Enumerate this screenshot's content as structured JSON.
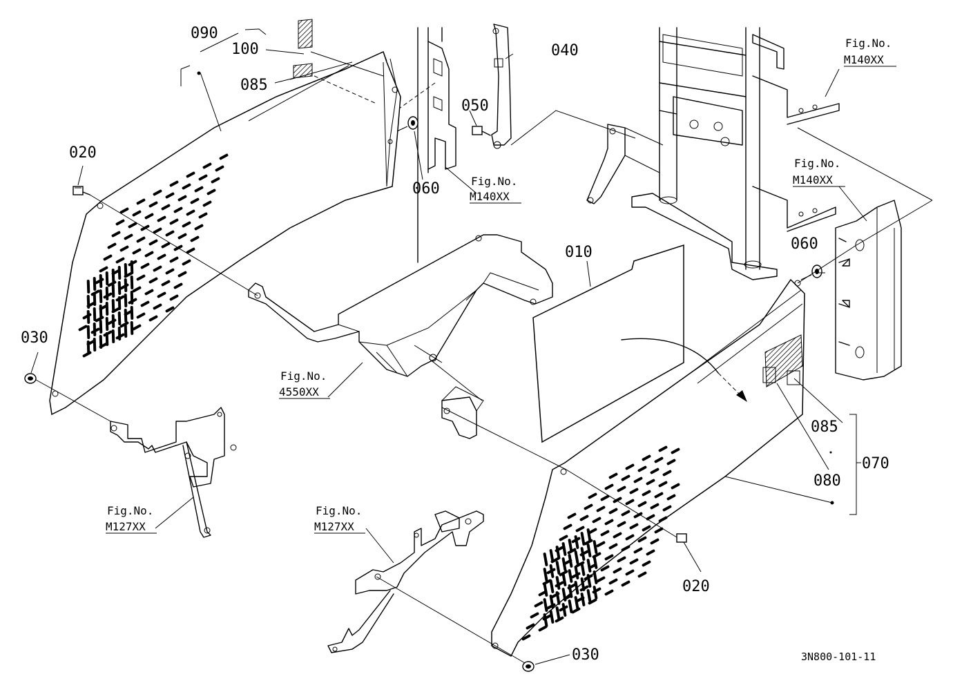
{
  "labels": {
    "p090": "090",
    "p100": "100",
    "p085_top": "085",
    "p020_left": "020",
    "p030_left": "030",
    "p040": "040",
    "p050": "050",
    "p060_top": "060",
    "p010": "010",
    "p060_right": "060",
    "p085_right": "085",
    "p080": "080",
    "p070": "070",
    "p020_bottom": "020",
    "p030_bottom": "030"
  },
  "figrefs": {
    "fig_word": "Fig.No.",
    "m140_center": "M140XX",
    "m140_top_right": "M140XX",
    "m140_right": "M140XX",
    "f4550": "4550XX",
    "m127_left": "M127XX",
    "m127_center": "M127XX"
  },
  "drawing_code": "3N800-101-11",
  "colors": {
    "ink": "#000000",
    "paper": "#ffffff"
  }
}
